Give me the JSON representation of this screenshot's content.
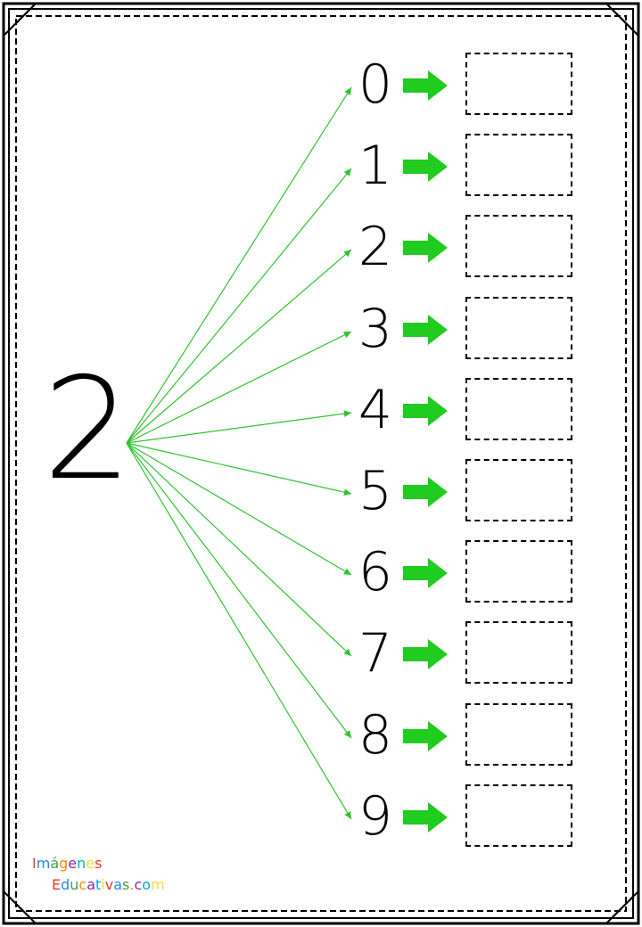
{
  "source_number": "2",
  "targets": [
    "0",
    "1",
    "2",
    "3",
    "4",
    "5",
    "6",
    "7",
    "8",
    "9"
  ],
  "logo": {
    "line1": "Imágenes",
    "line2": "Educativas.com"
  },
  "colors": {
    "border": "#000000",
    "connector_lines": "#2ec42e",
    "block_arrows": "#1fcc1f",
    "logo_letters": [
      "#e53935",
      "#1e88e5",
      "#43a047",
      "#fb8c00",
      "#8e24aa",
      "#00acc1",
      "#fdd835"
    ]
  },
  "icons": {
    "row_arrow": "arrow-right-icon"
  }
}
